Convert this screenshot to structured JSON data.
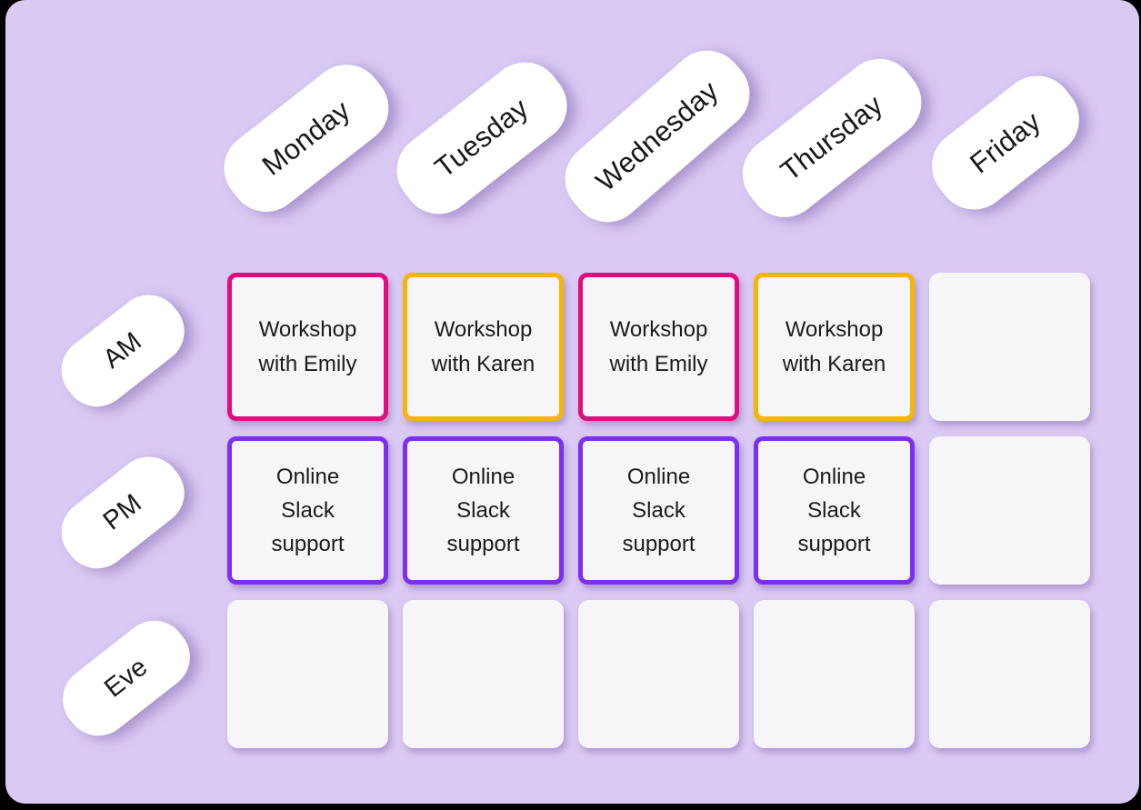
{
  "colors": {
    "background": "#dac9f3",
    "pill_fill": "#ffffff",
    "cell_fill": "#f6f6f9",
    "text": "#1b1b1e",
    "pink": "#e20c7f",
    "yellow": "#f7b500",
    "purple": "#7c2ff0"
  },
  "days": [
    "Monday",
    "Tuesday",
    "Wednesday",
    "Thursday",
    "Friday"
  ],
  "grid": {
    "rows": [
      {
        "label": "AM",
        "cells": [
          {
            "text": "Workshop\nwith Emily",
            "border": "#e20c7f"
          },
          {
            "text": "Workshop\nwith Karen",
            "border": "#f7b500"
          },
          {
            "text": "Workshop\nwith Emily",
            "border": "#e20c7f"
          },
          {
            "text": "Workshop\nwith Karen",
            "border": "#f7b500"
          },
          {
            "text": ""
          }
        ]
      },
      {
        "label": "PM",
        "cells": [
          {
            "text": "Online\nSlack\nsupport",
            "border": "#7c2ff0"
          },
          {
            "text": "Online\nSlack\nsupport",
            "border": "#7c2ff0"
          },
          {
            "text": "Online\nSlack\nsupport",
            "border": "#7c2ff0"
          },
          {
            "text": "Online\nSlack\nsupport",
            "border": "#7c2ff0"
          },
          {
            "text": ""
          }
        ]
      },
      {
        "label": "Eve",
        "cells": [
          {
            "text": ""
          },
          {
            "text": ""
          },
          {
            "text": ""
          },
          {
            "text": ""
          },
          {
            "text": ""
          }
        ]
      }
    ]
  }
}
